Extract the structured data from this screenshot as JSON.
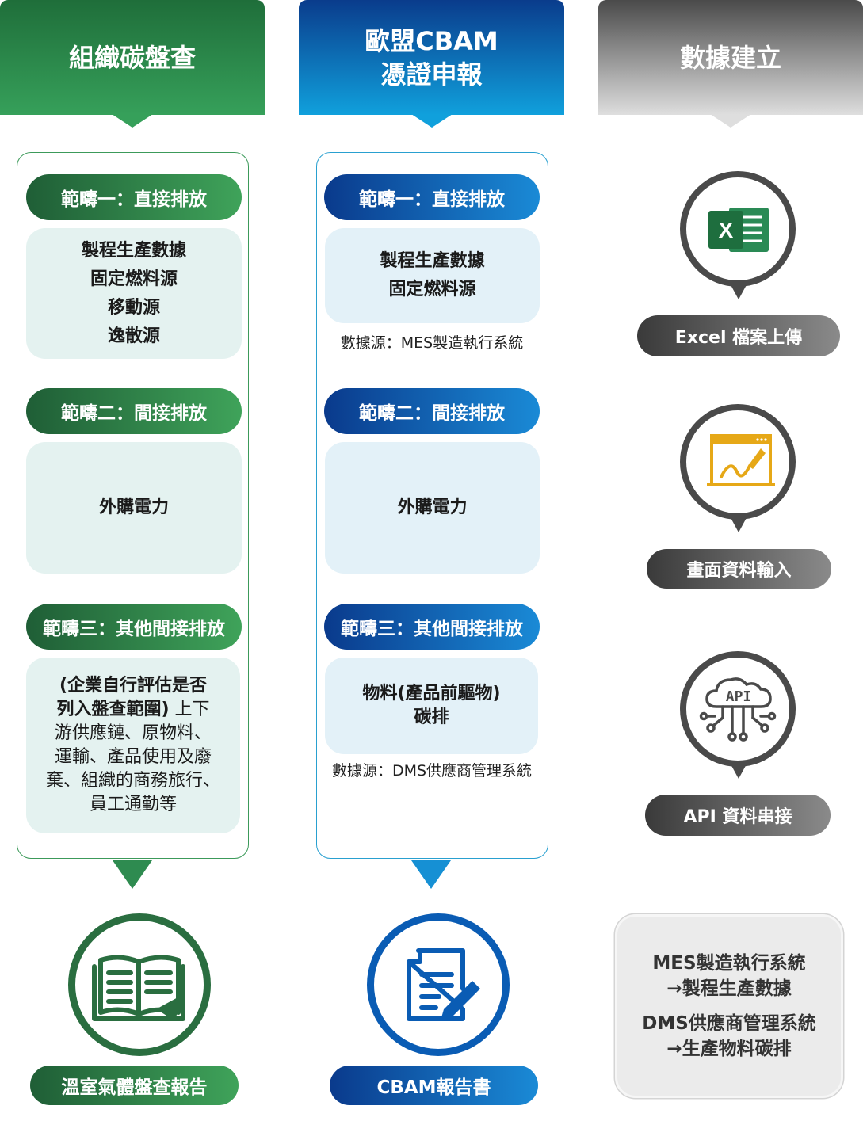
{
  "columns": {
    "inventory": {
      "title": "組織碳盤查",
      "color": "#2e8b50",
      "scope1": {
        "label": "範疇一：直接排放",
        "items": [
          "製程生產數據",
          "固定燃料源",
          "移動源",
          "逸散源"
        ]
      },
      "scope2": {
        "label": "範疇二：間接排放",
        "items": [
          "外購電力"
        ]
      },
      "scope3": {
        "label": "範疇三：其他間接排放",
        "lines_bold": [
          "(企業自行評估是否",
          "列入盤查範圍)"
        ],
        "tail_inline": " 上下",
        "lines": [
          "游供應鏈、原物料、",
          "運輸、產品使用及廢",
          "棄、組織的商務旅行、",
          "員工通勤等"
        ]
      },
      "result": {
        "label": "溫室氣體盤查報告",
        "icon": "book-icon"
      }
    },
    "cbam": {
      "title_line1": "歐盟CBAM",
      "title_line2": "憑證申報",
      "color": "#0a5cb4",
      "scope1": {
        "label": "範疇一：直接排放",
        "items": [
          "製程生產數據",
          "固定燃料源"
        ],
        "source": "數據源：MES製造執行系統"
      },
      "scope2": {
        "label": "範疇二：間接排放",
        "items": [
          "外購電力"
        ]
      },
      "scope3": {
        "label": "範疇三：其他間接排放",
        "items": [
          "物料(產品前驅物)",
          "碳排"
        ],
        "source": "數據源：DMS供應商管理系統"
      },
      "result": {
        "label": "CBAM報告書",
        "icon": "document-edit-icon"
      }
    },
    "data": {
      "title": "數據建立",
      "color": "#555555",
      "methods": [
        {
          "label": "Excel 檔案上傳",
          "icon": "excel-icon",
          "icon_letter": "X"
        },
        {
          "label": "畫面資料輸入",
          "icon": "screen-input-icon"
        },
        {
          "label": "API 資料串接",
          "icon": "api-cloud-icon",
          "icon_text": "API"
        }
      ],
      "note": {
        "line1": "MES製造執行系統",
        "line2": "→製程生產數據",
        "line3": "DMS供應商管理系統",
        "line4": "→生產物料碳排"
      }
    }
  }
}
